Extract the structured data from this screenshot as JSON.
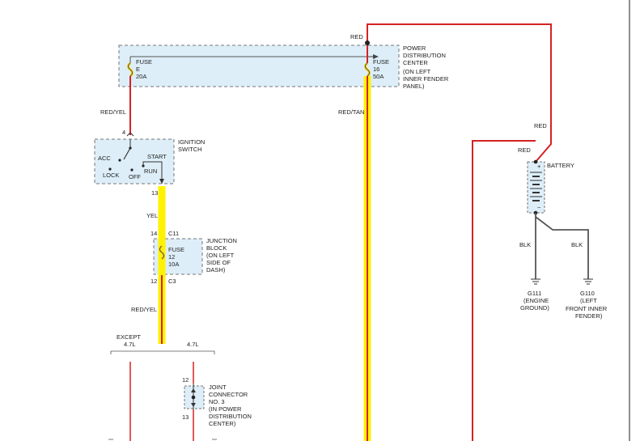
{
  "colors": {
    "red_wire": "#d42323",
    "yellow_wire": "#fff200",
    "box_fill": "#ddeef8",
    "box_border": "#777777",
    "black_wire": "#555555",
    "fuse_yellow": "#f3d21b"
  },
  "power_distribution_center": {
    "label": [
      "POWER",
      "DISTRIBUTION",
      "CENTER",
      "(ON LEFT",
      "INNER FENDER",
      "PANEL)"
    ],
    "fuse_e": [
      "FUSE",
      "E",
      "20A"
    ],
    "fuse_16": [
      "FUSE",
      "16",
      "50A"
    ]
  },
  "ignition_switch": {
    "label": [
      "IGNITION",
      "SWITCH"
    ],
    "positions": {
      "acc": "ACC",
      "lock": "LOCK",
      "off": "OFF",
      "start": "START",
      "run": "RUN"
    },
    "pin_in": "4",
    "pin_out": "13"
  },
  "junction_block": {
    "label": [
      "JUNCTION",
      "BLOCK",
      "(ON LEFT",
      "SIDE OF",
      "DASH)"
    ],
    "fuse": [
      "FUSE",
      "12",
      "10A"
    ],
    "pin_top": "14",
    "conn_top": "C11",
    "pin_bottom": "12",
    "conn_bottom": "C3"
  },
  "joint_connector": {
    "label": [
      "JOINT",
      "CONNECTOR",
      "NO. 3",
      "(IN POWER",
      "DISTRIBUTION",
      "CENTER)"
    ],
    "pin_top": "12",
    "pin_bottom": "13"
  },
  "battery": {
    "label": "BATTERY",
    "plus": "+",
    "minus": "−"
  },
  "wires": {
    "red_top": "RED",
    "red_yel_top": "RED/YEL",
    "red_tan": "RED/TAN",
    "yel": "YEL",
    "red_yel_bottom": "RED/YEL",
    "red_right": "RED",
    "red_batt": "RED",
    "blk_left": "BLK",
    "blk_right": "BLK"
  },
  "grounds": {
    "g111": [
      "G111",
      "(ENGINE",
      "GROUND)"
    ],
    "g110": [
      "G110",
      "(LEFT",
      "FRONT INNER",
      "FENDER)"
    ]
  },
  "split": {
    "except": [
      "EXCEPT",
      "4.7L"
    ],
    "only": "4.7L"
  }
}
